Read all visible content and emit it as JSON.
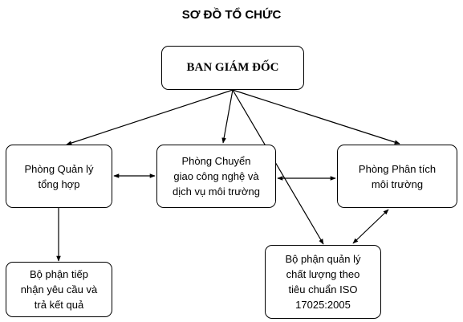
{
  "title": "SƠ ĐỒ TỔ CHỨC",
  "nodes": {
    "ban_giam_doc": "BAN GIÁM ĐỐC",
    "phong_quan_ly_tong_hop": "Phòng Quản lý\ntổng hợp",
    "phong_chuyen_giao": "Phòng Chuyển\ngiao công nghệ và\ndịch vụ môi trường",
    "phong_phan_tich": "Phòng Phân tích\nmôi trường",
    "bo_phan_tiep_nhan": "Bộ phận tiếp\nnhận yêu cầu và\ntrả kết quả",
    "bo_phan_quan_ly_chat_luong": "Bộ phận quản lý\nchất lượng theo\ntiêu chuẩn ISO\n17025:2005"
  },
  "edges": [
    {
      "from": "ban_giam_doc",
      "to": "phong_quan_ly_tong_hop",
      "arrow": "end"
    },
    {
      "from": "ban_giam_doc",
      "to": "phong_chuyen_giao",
      "arrow": "end"
    },
    {
      "from": "ban_giam_doc",
      "to": "phong_phan_tich",
      "arrow": "end"
    },
    {
      "from": "ban_giam_doc",
      "to": "bo_phan_quan_ly_chat_luong",
      "arrow": "end"
    },
    {
      "from": "phong_quan_ly_tong_hop",
      "to": "phong_chuyen_giao",
      "arrow": "both"
    },
    {
      "from": "phong_chuyen_giao",
      "to": "phong_phan_tich",
      "arrow": "both"
    },
    {
      "from": "phong_phan_tich",
      "to": "bo_phan_quan_ly_chat_luong",
      "arrow": "both"
    },
    {
      "from": "phong_quan_ly_tong_hop",
      "to": "bo_phan_tiep_nhan",
      "arrow": "end"
    }
  ],
  "colors": {
    "line": "#000000",
    "node_fill": "#ffffff",
    "background": "#ffffff"
  }
}
